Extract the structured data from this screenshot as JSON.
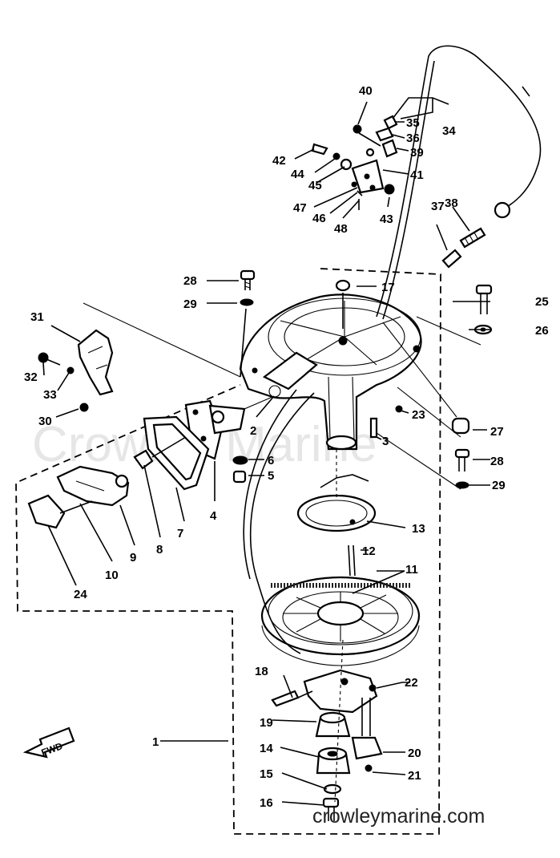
{
  "watermark": "Crowley Marine",
  "site_url": "crowleymarine.com",
  "fwd_label": "FWD",
  "callouts": {
    "c1": "1",
    "c2": "2",
    "c3": "3",
    "c5": "5",
    "c6": "6",
    "c7": "7",
    "c8": "8",
    "c9": "9",
    "c10": "10",
    "c11": "11",
    "c12": "12",
    "c13": "13",
    "c14": "14",
    "c15": "15",
    "c16": "16",
    "c17": "17",
    "c18": "18",
    "c19": "19",
    "c20": "20",
    "c21": "21",
    "c22": "22",
    "c23": "23",
    "c24": "24",
    "c25": "25",
    "c26": "26",
    "c27": "27",
    "c28a": "28",
    "c28b": "28",
    "c29a": "29",
    "c29b": "29",
    "c30": "30",
    "c31": "31",
    "c32": "32",
    "c33": "33",
    "c34": "34",
    "c35": "35",
    "c36": "36",
    "c37": "37",
    "c38": "38",
    "c39": "39",
    "c40": "40",
    "c41": "41",
    "c42": "42",
    "c43": "43",
    "c44": "44",
    "c45": "45",
    "c46": "46",
    "c47": "47",
    "c48": "48",
    "c4": "4"
  }
}
